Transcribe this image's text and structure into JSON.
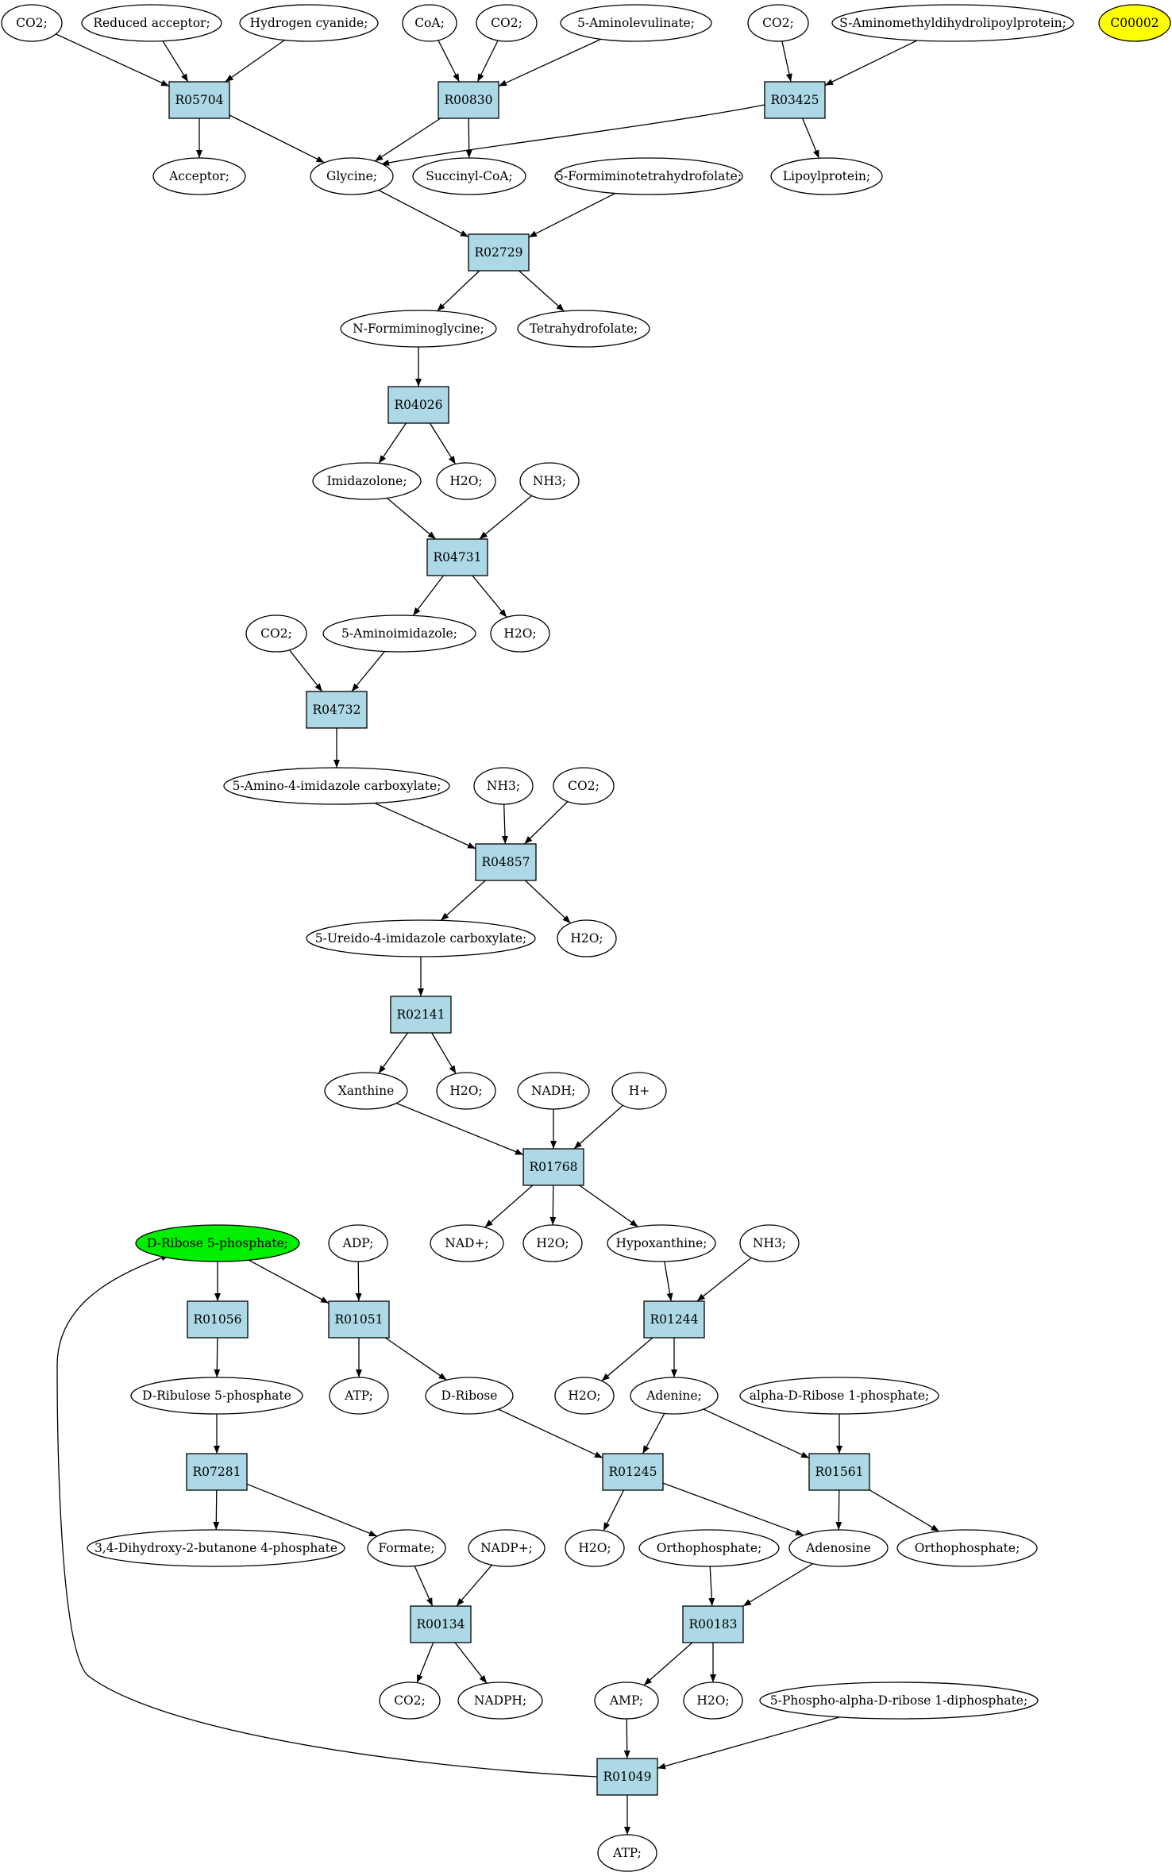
{
  "colors": {
    "reaction": "#add8e6",
    "compound": "#ffffff",
    "source": "#00ee00",
    "target": "#ffff00",
    "line": "#000000"
  },
  "compounds": [
    {
      "id": "co2_a",
      "label": "CO2;"
    },
    {
      "id": "reduced_acceptor",
      "label": "Reduced acceptor;"
    },
    {
      "id": "hydrogen_cyanide",
      "label": "Hydrogen cyanide;"
    },
    {
      "id": "coa",
      "label": "CoA;"
    },
    {
      "id": "co2_b",
      "label": "CO2;"
    },
    {
      "id": "aminolevulinate",
      "label": "5-Aminolevulinate;"
    },
    {
      "id": "co2_c",
      "label": "CO2;"
    },
    {
      "id": "s_aminomethyl",
      "label": "S-Aminomethyldihydrolipoylprotein;"
    },
    {
      "id": "c00002",
      "label": "C00002",
      "role": "target"
    },
    {
      "id": "acceptor",
      "label": "Acceptor;"
    },
    {
      "id": "glycine",
      "label": "Glycine;"
    },
    {
      "id": "succinyl_coa",
      "label": "Succinyl-CoA;"
    },
    {
      "id": "formiminothf",
      "label": "5-Formiminotetrahydrofolate;"
    },
    {
      "id": "lipoylprotein",
      "label": "Lipoylprotein;"
    },
    {
      "id": "n_formiminoglycine",
      "label": "N-Formiminoglycine;"
    },
    {
      "id": "thf",
      "label": "Tetrahydrofolate;"
    },
    {
      "id": "imidazolone",
      "label": "Imidazolone;"
    },
    {
      "id": "h2o_a",
      "label": "H2O;"
    },
    {
      "id": "nh3_a",
      "label": "NH3;"
    },
    {
      "id": "co2_d",
      "label": "CO2;"
    },
    {
      "id": "aminoimidazole",
      "label": "5-Aminoimidazole;"
    },
    {
      "id": "h2o_b",
      "label": "H2O;"
    },
    {
      "id": "amino_imidazole_carboxylate",
      "label": "5-Amino-4-imidazole carboxylate;"
    },
    {
      "id": "nh3_b",
      "label": "NH3;"
    },
    {
      "id": "co2_e",
      "label": "CO2;"
    },
    {
      "id": "ureido_imidazole_carboxylate",
      "label": "5-Ureido-4-imidazole carboxylate;"
    },
    {
      "id": "h2o_c",
      "label": "H2O;"
    },
    {
      "id": "xanthine",
      "label": "Xanthine"
    },
    {
      "id": "h2o_d",
      "label": "H2O;"
    },
    {
      "id": "nadh",
      "label": "NADH;"
    },
    {
      "id": "h_plus",
      "label": "H+"
    },
    {
      "id": "d_ribose_5p",
      "label": "D-Ribose 5-phosphate;",
      "role": "source"
    },
    {
      "id": "adp",
      "label": "ADP;"
    },
    {
      "id": "nad_plus",
      "label": "NAD+;"
    },
    {
      "id": "h2o_e",
      "label": "H2O;"
    },
    {
      "id": "hypoxanthine",
      "label": "Hypoxanthine;"
    },
    {
      "id": "nh3_c",
      "label": "NH3;"
    },
    {
      "id": "d_ribulose_5p",
      "label": "D-Ribulose 5-phosphate"
    },
    {
      "id": "atp_a",
      "label": "ATP;"
    },
    {
      "id": "d_ribose",
      "label": "D-Ribose"
    },
    {
      "id": "h2o_f",
      "label": "H2O;"
    },
    {
      "id": "adenine",
      "label": "Adenine;"
    },
    {
      "id": "alpha_d_ribose_1p",
      "label": "alpha-D-Ribose 1-phosphate;"
    },
    {
      "id": "dihydroxy_butanone_4p",
      "label": "3,4-Dihydroxy-2-butanone 4-phosphate"
    },
    {
      "id": "formate",
      "label": "Formate;"
    },
    {
      "id": "nadp_plus",
      "label": "NADP+;"
    },
    {
      "id": "h2o_g",
      "label": "H2O;"
    },
    {
      "id": "orthophosphate_a",
      "label": "Orthophosphate;"
    },
    {
      "id": "adenosine",
      "label": "Adenosine"
    },
    {
      "id": "orthophosphate_b",
      "label": "Orthophosphate;"
    },
    {
      "id": "co2_f",
      "label": "CO2;"
    },
    {
      "id": "nadph",
      "label": "NADPH;"
    },
    {
      "id": "amp",
      "label": "AMP;"
    },
    {
      "id": "h2o_h",
      "label": "H2O;"
    },
    {
      "id": "prpp",
      "label": "5-Phospho-alpha-D-ribose 1-diphosphate;"
    },
    {
      "id": "atp_b",
      "label": "ATP;"
    }
  ],
  "reactions": [
    {
      "id": "R05704",
      "label": "R05704"
    },
    {
      "id": "R00830",
      "label": "R00830"
    },
    {
      "id": "R03425",
      "label": "R03425"
    },
    {
      "id": "R02729",
      "label": "R02729"
    },
    {
      "id": "R04026",
      "label": "R04026"
    },
    {
      "id": "R04731",
      "label": "R04731"
    },
    {
      "id": "R04732",
      "label": "R04732"
    },
    {
      "id": "R04857",
      "label": "R04857"
    },
    {
      "id": "R02141",
      "label": "R02141"
    },
    {
      "id": "R01768",
      "label": "R01768"
    },
    {
      "id": "R01056",
      "label": "R01056"
    },
    {
      "id": "R01051",
      "label": "R01051"
    },
    {
      "id": "R01244",
      "label": "R01244"
    },
    {
      "id": "R07281",
      "label": "R07281"
    },
    {
      "id": "R01245",
      "label": "R01245"
    },
    {
      "id": "R01561",
      "label": "R01561"
    },
    {
      "id": "R00134",
      "label": "R00134"
    },
    {
      "id": "R00183",
      "label": "R00183"
    },
    {
      "id": "R01049",
      "label": "R01049"
    }
  ],
  "edges": [
    [
      "co2_a",
      "R05704"
    ],
    [
      "reduced_acceptor",
      "R05704"
    ],
    [
      "hydrogen_cyanide",
      "R05704"
    ],
    [
      "R05704",
      "acceptor"
    ],
    [
      "R05704",
      "glycine"
    ],
    [
      "coa",
      "R00830"
    ],
    [
      "co2_b",
      "R00830"
    ],
    [
      "aminolevulinate",
      "R00830"
    ],
    [
      "R00830",
      "glycine"
    ],
    [
      "R00830",
      "succinyl_coa"
    ],
    [
      "co2_c",
      "R03425"
    ],
    [
      "s_aminomethyl",
      "R03425"
    ],
    [
      "R03425",
      "glycine"
    ],
    [
      "R03425",
      "lipoylprotein"
    ],
    [
      "glycine",
      "R02729"
    ],
    [
      "formiminothf",
      "R02729"
    ],
    [
      "R02729",
      "n_formiminoglycine"
    ],
    [
      "R02729",
      "thf"
    ],
    [
      "n_formiminoglycine",
      "R04026"
    ],
    [
      "R04026",
      "imidazolone"
    ],
    [
      "R04026",
      "h2o_a"
    ],
    [
      "imidazolone",
      "R04731"
    ],
    [
      "nh3_a",
      "R04731"
    ],
    [
      "R04731",
      "aminoimidazole"
    ],
    [
      "R04731",
      "h2o_b"
    ],
    [
      "co2_d",
      "R04732"
    ],
    [
      "aminoimidazole",
      "R04732"
    ],
    [
      "R04732",
      "amino_imidazole_carboxylate"
    ],
    [
      "amino_imidazole_carboxylate",
      "R04857"
    ],
    [
      "nh3_b",
      "R04857"
    ],
    [
      "co2_e",
      "R04857"
    ],
    [
      "R04857",
      "ureido_imidazole_carboxylate"
    ],
    [
      "R04857",
      "h2o_c"
    ],
    [
      "ureido_imidazole_carboxylate",
      "R02141"
    ],
    [
      "R02141",
      "xanthine"
    ],
    [
      "R02141",
      "h2o_d"
    ],
    [
      "xanthine",
      "R01768"
    ],
    [
      "nadh",
      "R01768"
    ],
    [
      "h_plus",
      "R01768"
    ],
    [
      "R01768",
      "nad_plus"
    ],
    [
      "R01768",
      "h2o_e"
    ],
    [
      "R01768",
      "hypoxanthine"
    ],
    [
      "d_ribose_5p",
      "R01056"
    ],
    [
      "d_ribose_5p",
      "R01051"
    ],
    [
      "adp",
      "R01051"
    ],
    [
      "R01056",
      "d_ribulose_5p"
    ],
    [
      "R01051",
      "atp_a"
    ],
    [
      "R01051",
      "d_ribose"
    ],
    [
      "hypoxanthine",
      "R01244"
    ],
    [
      "nh3_c",
      "R01244"
    ],
    [
      "R01244",
      "h2o_f"
    ],
    [
      "R01244",
      "adenine"
    ],
    [
      "d_ribulose_5p",
      "R07281"
    ],
    [
      "R07281",
      "dihydroxy_butanone_4p"
    ],
    [
      "R07281",
      "formate"
    ],
    [
      "d_ribose",
      "R01245"
    ],
    [
      "adenine",
      "R01245"
    ],
    [
      "R01245",
      "h2o_g"
    ],
    [
      "R01245",
      "adenosine"
    ],
    [
      "adenine",
      "R01561"
    ],
    [
      "alpha_d_ribose_1p",
      "R01561"
    ],
    [
      "R01561",
      "adenosine"
    ],
    [
      "R01561",
      "orthophosphate_b"
    ],
    [
      "formate",
      "R00134"
    ],
    [
      "nadp_plus",
      "R00134"
    ],
    [
      "R00134",
      "co2_f"
    ],
    [
      "R00134",
      "nadph"
    ],
    [
      "orthophosphate_a",
      "R00183"
    ],
    [
      "adenosine",
      "R00183"
    ],
    [
      "R00183",
      "amp"
    ],
    [
      "R00183",
      "h2o_h"
    ],
    [
      "amp",
      "R01049"
    ],
    [
      "prpp",
      "R01049"
    ],
    [
      "R01049",
      "atp_b"
    ],
    [
      "R01049",
      "d_ribose_5p"
    ]
  ]
}
